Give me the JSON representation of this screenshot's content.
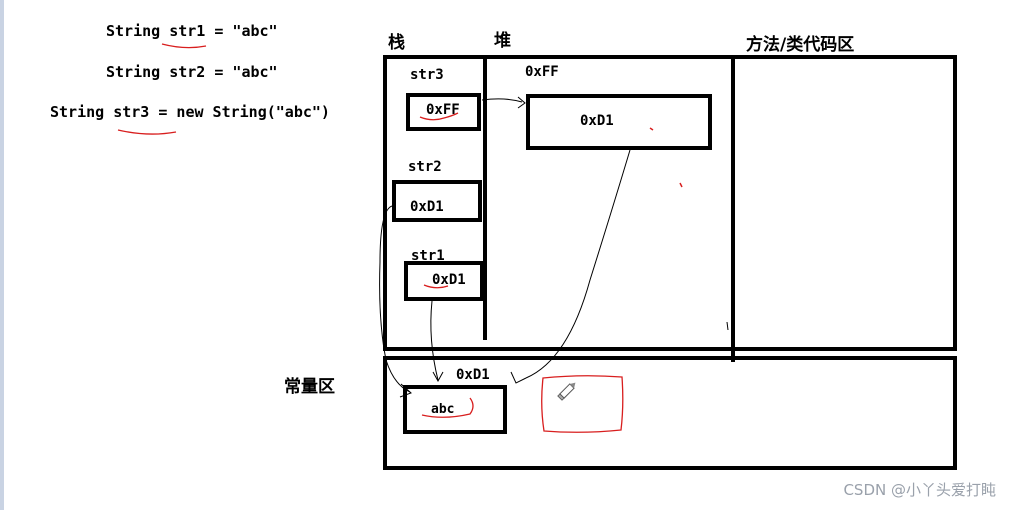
{
  "code": {
    "line1": "String str1 = \"abc\"",
    "line2": "String str2 = \"abc\"",
    "line3": "String str3 = new String(\"abc\")"
  },
  "areas": {
    "stack": "栈",
    "heap": "堆",
    "method": "方法/类代码区",
    "constant_pool": "常量区"
  },
  "stack_vars": {
    "str3_name": "str3",
    "str3_value": "0xFF",
    "str2_name": "str2",
    "str2_value": "0xD1",
    "str1_name": "str1",
    "str1_value": "0xD1"
  },
  "heap_obj": {
    "address": "0xFF",
    "value": "0xD1"
  },
  "constant_pool": {
    "address": "0xD1",
    "value": "abc"
  },
  "watermark": "CSDN @小丫头爱打盹",
  "annotation_color": "#d81e1e"
}
